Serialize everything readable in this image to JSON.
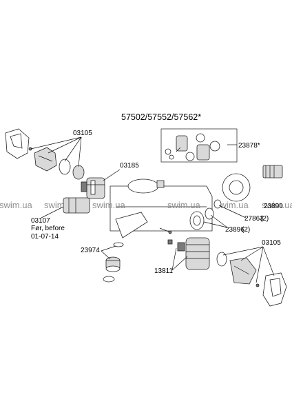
{
  "title": "57502/57552/57562*",
  "watermark": "swim.ua",
  "parts": {
    "p03105_top": "03105",
    "p03185": "03185",
    "p23878": "23878*",
    "p03107": "03107",
    "p03107_note1": "Før, before",
    "p03107_note2": "01-07-14",
    "p23974": "23974",
    "p13811": "13811",
    "p27863": "27863",
    "p27863_qty": "(2)",
    "p23896": "23896",
    "p23896_qty": "(2)",
    "p03105_bottom": "03105",
    "right_partial": "23890"
  },
  "colors": {
    "watermark": "#8f8f8f",
    "line": "#111111",
    "part_fill": "#d9d9d9"
  }
}
